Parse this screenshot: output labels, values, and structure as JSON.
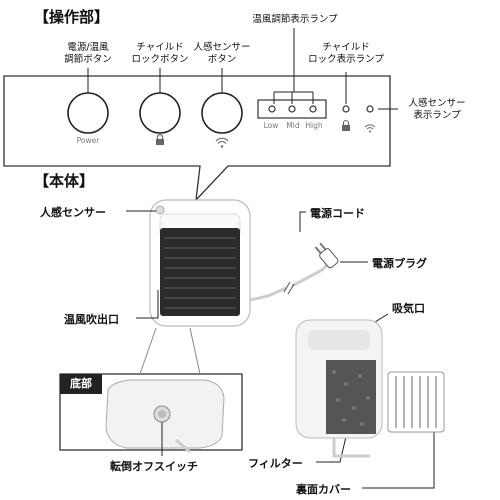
{
  "control_section": {
    "heading": "【操作部】",
    "label_power_line1": "電源/温風",
    "label_power_line2": "調節ボタン",
    "label_childlock_line1": "チャイルド",
    "label_childlock_line2": "ロックボタン",
    "label_sensor_line1": "人感センサー",
    "label_sensor_line2": "ボタン",
    "label_temp_lamp": "温風調節表示ランプ",
    "label_childlock_lamp_line1": "チャイルド",
    "label_childlock_lamp_line2": "ロック表示ランプ",
    "label_sensor_lamp_line1": "人感センサー",
    "label_sensor_lamp_line2": "表示ランプ",
    "power_text": "Power",
    "level_low": "Low",
    "level_mid": "Mid",
    "level_high": "High"
  },
  "body_section": {
    "heading": "【本体】",
    "label_sensor": "人感センサー",
    "label_cord": "電源コード",
    "label_plug": "電源プラグ",
    "label_outlet": "温風吹出口",
    "label_inlet": "吸気口",
    "label_filter": "フィルター",
    "label_back_cover": "裏面カバー",
    "bottom_tag": "底部",
    "label_tip_switch": "転倒オフスイッチ"
  }
}
